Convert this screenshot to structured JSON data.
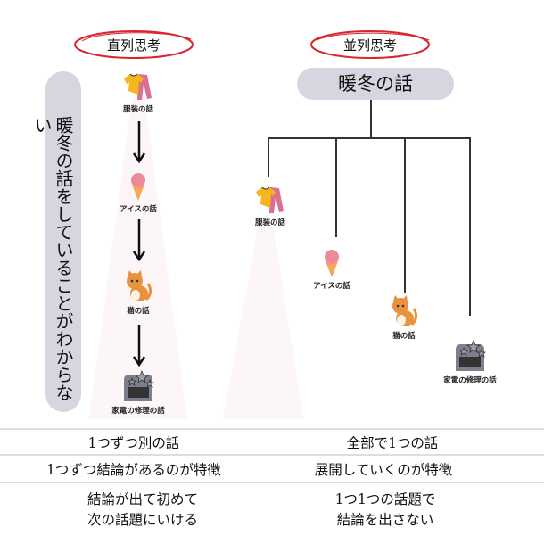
{
  "left": {
    "heading": "直列思考",
    "side_note": "暖冬の話をしていることがわからない",
    "items": [
      {
        "icon": "clothes-icon",
        "label": "服装の話"
      },
      {
        "icon": "ice-cream-icon",
        "label": "アイスの話"
      },
      {
        "icon": "cat-icon",
        "label": "猫の話"
      },
      {
        "icon": "broken-appliance-icon",
        "label": "家電の修理の話"
      }
    ]
  },
  "right": {
    "heading": "並列思考",
    "root": "暖冬の話",
    "items": [
      {
        "icon": "clothes-icon",
        "label": "服装の話"
      },
      {
        "icon": "ice-cream-icon",
        "label": "アイスの話"
      },
      {
        "icon": "cat-icon",
        "label": "猫の話"
      },
      {
        "icon": "broken-appliance-icon",
        "label": "家電の修理の話"
      }
    ]
  },
  "colors": {
    "oval_red": "#d8262e",
    "pill_gray": "#d5d6e0",
    "shirt_yellow": "#f5b51c",
    "pants_pink": "#d9708f",
    "icecream_pink": "#ec8a98",
    "cone_orange": "#f2a85a",
    "cat_orange": "#e8923e",
    "appliance_gray": "#7d808c"
  },
  "comparison": {
    "rows": [
      {
        "left": "1つずつ別の話",
        "right": "全部で1つの話"
      },
      {
        "left": "1つずつ結論があるのが特徴",
        "right": "展開していくのが特徴"
      },
      {
        "left_lines": [
          "結論が出て初めて",
          "次の話題にいける"
        ],
        "right_lines": [
          "1つ1つの話題で",
          "結論を出さない"
        ]
      }
    ]
  }
}
